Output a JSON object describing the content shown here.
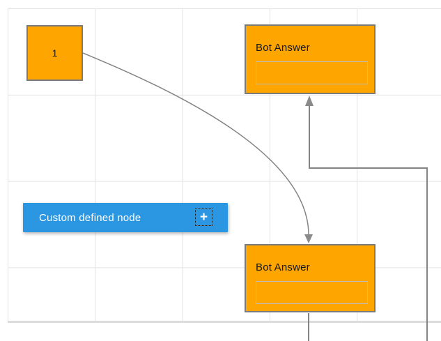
{
  "canvas": {
    "background": "#ffffff",
    "grid_color": "#e3e3e3",
    "page_border_color": "#dcdcdc"
  },
  "nodes": {
    "start": {
      "label": "1",
      "fill": "#FFA500",
      "border_color": "#7b7b7b"
    },
    "bot_answer_top": {
      "title": "Bot Answer",
      "field_value": "",
      "fill": "#FFA500",
      "border_color": "#7b7b7b"
    },
    "bot_answer_bottom": {
      "title": "Bot Answer",
      "field_value": "",
      "fill": "#FFA500",
      "border_color": "#7b7b7b"
    },
    "custom": {
      "label": "Custom defined node",
      "add_icon": "+",
      "fill": "#2B97E3",
      "text_color": "#ffffff"
    }
  },
  "connectors": {
    "color": "#848484",
    "arrow_color": "#8a8a8a"
  }
}
